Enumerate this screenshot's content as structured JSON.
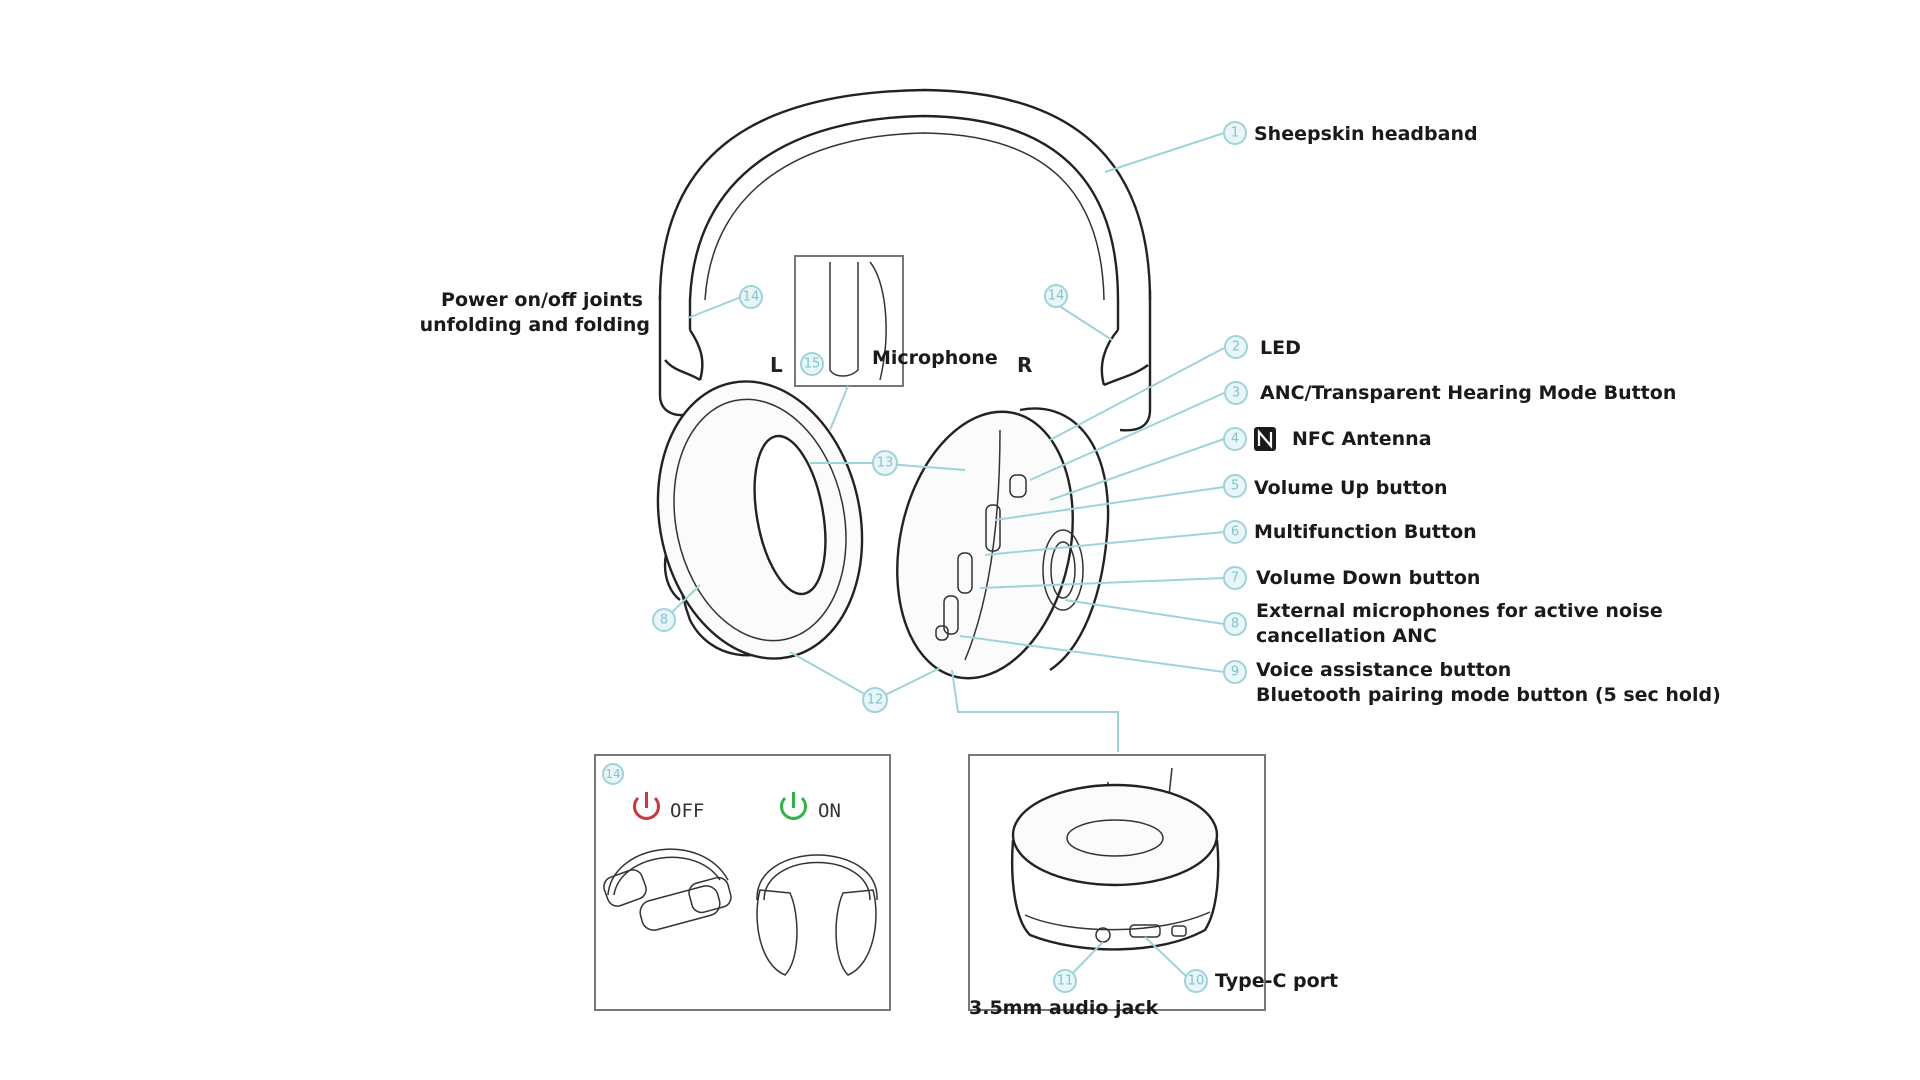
{
  "labels": {
    "headband": "Sheepskin headband",
    "power_line1": "Power on/off joints",
    "power_line2": "unfolding and folding",
    "microphone": "Microphone",
    "side_left": "L",
    "side_right": "R",
    "led": "LED",
    "anc_button": "ANC/Transparent Hearing Mode Button",
    "nfc": "NFC Antenna",
    "vol_up": "Volume Up button",
    "multifunction": "Multifunction Button",
    "vol_down": "Volume Down button",
    "ext_mic_line1": "External microphones for active noise",
    "ext_mic_line2": "cancellation ANC",
    "voice_line1": "Voice assistance button",
    "voice_line2": "Bluetooth pairing mode button (5 sec hold)",
    "typec": "Type-C port",
    "audio_jack": "3.5mm audio jack"
  },
  "callout_numbers": {
    "n1": "1",
    "n2": "2",
    "n3": "3",
    "n4": "4",
    "n5": "5",
    "n6": "6",
    "n7": "7",
    "n8": "8",
    "n9": "9",
    "n10": "10",
    "n11": "11",
    "n12": "12",
    "n13": "13",
    "n14": "14",
    "n15": "15"
  },
  "power_inset": {
    "off_label": "OFF",
    "on_label": "ON"
  },
  "colors": {
    "callout": "#9fd3dc",
    "power_off": "#d0343f",
    "power_on": "#2fb344"
  },
  "icons": {
    "nfc": "nfc-icon",
    "power": "power-icon"
  }
}
